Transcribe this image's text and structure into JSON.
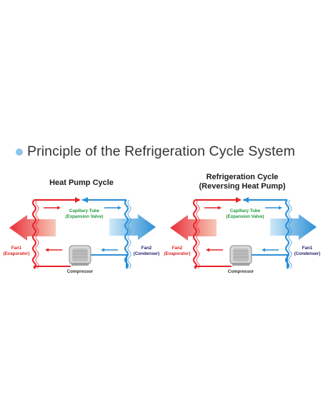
{
  "title": "Principle of the Refrigeration Cycle System",
  "colors": {
    "bullet": "#8ec5e8",
    "hot": "#e8232a",
    "cold": "#2b8fd6",
    "green_label": "#1f9a3a",
    "navy_label": "#22246e"
  },
  "panels": [
    {
      "heading_lines": [
        "Heat Pump Cycle"
      ],
      "capillary_line1": "Capillary Tube",
      "capillary_line2": "(Expansion Valve)",
      "fan_left_line1": "Fan1",
      "fan_left_line2": "(Evaporator)",
      "fan_right_line1": "Fan2",
      "fan_right_line2": "(Condenser)",
      "compressor_label": "Compressor",
      "icons": [
        "hot-air-arrow-icon",
        "cold-air-arrow-icon",
        "compressor-icon",
        "coil-icon"
      ]
    },
    {
      "heading_lines": [
        "Refrigeration Cycle",
        "(Reversing Heat Pump)"
      ],
      "capillary_line1": "Capillary Tube",
      "capillary_line2": "(Expansion Valve)",
      "fan_left_line1": "Fan2",
      "fan_left_line2": "(Evaporator)",
      "fan_right_line1": "Fan1",
      "fan_right_line2": "(Condenser)",
      "compressor_label": "Compressor",
      "icons": [
        "hot-air-arrow-icon",
        "cold-air-arrow-icon",
        "compressor-icon",
        "coil-icon"
      ]
    }
  ]
}
